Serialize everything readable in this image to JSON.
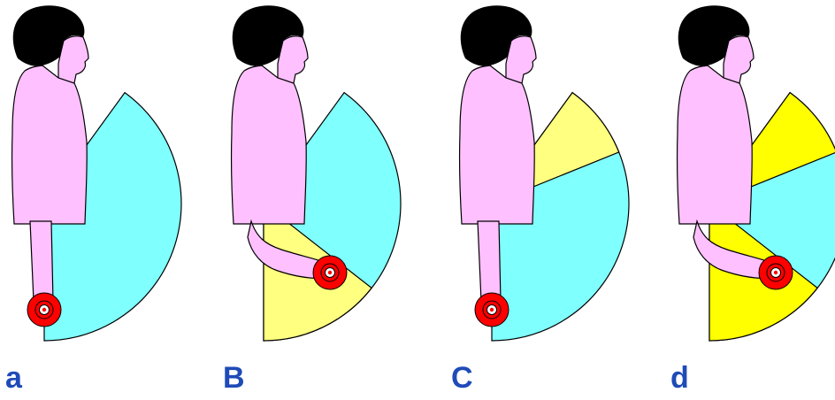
{
  "colors": {
    "background": "#ffffff",
    "label": "#1f4bb8",
    "skin": "#ffc0ff",
    "hair": "#000000",
    "sector_cyan": "#80ffff",
    "sector_yellow": "#ffff80",
    "sector_yellow_deep": "#ffff00",
    "weight_outer": "#ff0000",
    "weight_inner": "#ffffff",
    "outline": "#000000"
  },
  "panels": [
    {
      "label": "a",
      "arm_state": "lowered",
      "highlight": "none"
    },
    {
      "label": "B",
      "arm_state": "raised",
      "highlight": "lower-sector"
    },
    {
      "label": "C",
      "arm_state": "lowered",
      "highlight": "upper-sector"
    },
    {
      "label": "d",
      "arm_state": "raised",
      "highlight": "upper-and-lower-sectors"
    }
  ]
}
